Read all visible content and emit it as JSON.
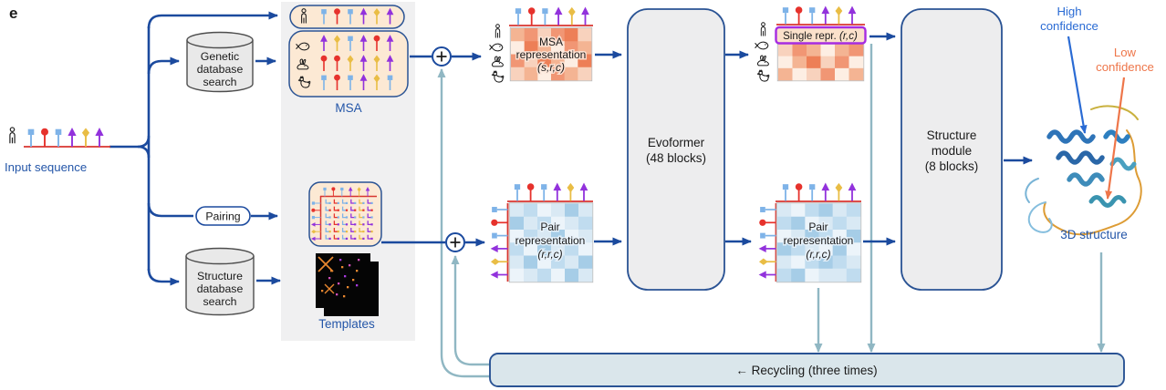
{
  "figure": {
    "panel_label": "e"
  },
  "colors": {
    "navy": "#1b4a9e",
    "blue_text": "#2456a8",
    "teal": "#90b7c3",
    "annotation_blue": "#2a6bd4",
    "annotation_orange": "#ee764a",
    "peach": "#fce9d4",
    "grey_panel": "#f0f0f1",
    "grey_module": "#ededee",
    "recycle_fill": "#dae6eb",
    "purple_highlight": "#a62ce2",
    "red_line": "#d8352f"
  },
  "glyph_colors": {
    "sq": "#7eb3e8",
    "ci": "#e6322c",
    "tr": "#9232dc",
    "di": "#e9bd45"
  },
  "sequences": {
    "input": [
      "sq",
      "ci",
      "sq",
      "tr",
      "di",
      "tr"
    ],
    "msa_fish": [
      "tr",
      "di",
      "sq",
      "tr",
      "ci",
      "tr"
    ],
    "msa_rabbit": [
      "ci",
      "ci",
      "di",
      "tr",
      "di",
      "tr"
    ],
    "msa_chicken": [
      "sq",
      "ci",
      "sq",
      "tr",
      "di",
      "sq"
    ],
    "pair_left": [
      "sq",
      "ci",
      "sq",
      "tr",
      "di",
      "tr"
    ]
  },
  "palettes": {
    "warm": [
      "#fdeee3",
      "#f8d2bd",
      "#f4b493",
      "#f19674",
      "#ed7f57"
    ],
    "cool": [
      "#ecf4fa",
      "#d9e9f4",
      "#c0dcef",
      "#a6cde7",
      "#8dbfe0"
    ]
  },
  "heatmaps": {
    "msa_in": [
      "231341",
      "042032",
      "314204",
      "120321"
    ],
    "single_out": [
      "132023",
      "024130",
      "201302"
    ],
    "pair_in": [
      "120131",
      "312012",
      "021301",
      "203120",
      "130213",
      "012031"
    ],
    "pair_out": [
      "102312",
      "230121",
      "013203",
      "321030",
      "102321",
      "230112"
    ]
  },
  "labels": {
    "input_sequence": "Input sequence",
    "genetic_db": [
      "Genetic",
      "database",
      "search"
    ],
    "structure_db": [
      "Structure",
      "database",
      "search"
    ],
    "pairing": "Pairing",
    "msa": "MSA",
    "templates": "Templates",
    "msa_repr": [
      "MSA",
      "representation",
      "(s,r,c)"
    ],
    "pair_repr": [
      "Pair",
      "representation",
      "(r,r,c)"
    ],
    "evoformer": [
      "Evoformer",
      "(48 blocks)"
    ],
    "structure_module": [
      "Structure",
      "module",
      "(8 blocks)"
    ],
    "single_repr_prefix": "Single repr. ",
    "single_repr_vars": "(r,c)",
    "high_confidence": [
      "High",
      "confidence"
    ],
    "low_confidence": [
      "Low",
      "confidence"
    ],
    "structure_3d": "3D structure",
    "recycling": "← Recycling (three times)"
  }
}
